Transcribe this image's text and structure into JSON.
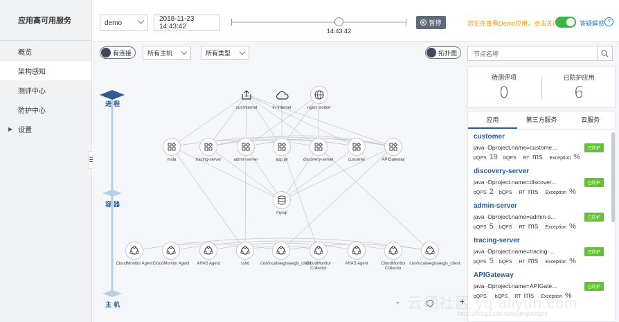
{
  "sidebar": {
    "brand": "应用高可用服务",
    "items": [
      {
        "label": "概览",
        "active": false
      },
      {
        "label": "架构感知",
        "active": true
      },
      {
        "label": "测评中心",
        "active": false
      },
      {
        "label": "防护中心",
        "active": false
      },
      {
        "label": "设置",
        "active": false,
        "expandable": true
      }
    ]
  },
  "topbar": {
    "app_select": "demo",
    "datetime": "2018-11-23 14:43:42",
    "slider_time": "14:43:42",
    "slider_value_pct": 61,
    "pause_label": "暂停",
    "demo_notice": "您正在查看Demo应用，点击关闭",
    "toggle_on": true,
    "answer_link": "答疑解惑",
    "help_icon": "?"
  },
  "canvas": {
    "connect_toggle": "有连接",
    "host_select": "所有主机",
    "type_select": "所有类型",
    "topo_toggle": "拓扑图",
    "layers": {
      "process": "进程",
      "container": "容器",
      "host": "主机"
    },
    "internet_nodes": [
      {
        "label": "out-Internet",
        "icon": "upload-icon"
      },
      {
        "label": "In-Internet",
        "icon": "cloud-icon"
      },
      {
        "label": "nginx worker",
        "icon": "globe-icon"
      }
    ],
    "service_nodes": [
      "mola",
      "tracing-server",
      "admin-server",
      "app.jar",
      "discovery-server",
      "customer",
      "APIGateway"
    ],
    "db_node": "mysql",
    "host_nodes": [
      "CloudMonitor Agent",
      "CloudMonitor Agent",
      "AHAS Agent",
      "sshd",
      "/usr/local/aegis/aegis_client",
      "CloudMonitor Collector",
      "AHAS Agent",
      "CloudMonitor Collector",
      "/usr/local/aegis/aegis_client"
    ],
    "zoom_minus": "-",
    "zoom_plus": "+"
  },
  "right": {
    "search_placeholder": "节点名称",
    "stats": [
      {
        "label": "待测评项",
        "value": "0"
      },
      {
        "label": "已防护应用",
        "value": "6"
      }
    ],
    "tabs": [
      "应用",
      "第三方服务",
      "云服务"
    ],
    "apps": [
      {
        "name": "customer",
        "cmd": "java -Dproject.name=custome...",
        "badge": "已防护",
        "pqps_label": "pQPS",
        "pqps": "19",
        "bqps_label": "bQPS",
        "rt_label": "RT",
        "rt_unit": "ms",
        "exc_label": "Exception",
        "exc_unit": "%"
      },
      {
        "name": "discovery-server",
        "cmd": "java -Dproject.name=discover...",
        "badge": "已防护",
        "pqps_label": "pQPS",
        "pqps": "2",
        "bqps_label": "bQPS",
        "rt_label": "RT",
        "rt_unit": "ms",
        "exc_label": "Exception",
        "exc_unit": "%"
      },
      {
        "name": "admin-server",
        "cmd": "java -Dproject.name=admin-s...",
        "badge": "已防护",
        "pqps_label": "pQPS",
        "pqps": "5",
        "bqps_label": "bQPS",
        "rt_label": "RT",
        "rt_unit": "ms",
        "exc_label": "Exception",
        "exc_unit": "%"
      },
      {
        "name": "tracing-server",
        "cmd": "java -Dproject.name=tracing-...",
        "badge": "已防护",
        "pqps_label": "pQPS",
        "pqps": "5",
        "bqps_label": "bQPS",
        "rt_label": "RT",
        "rt_unit": "ms",
        "exc_label": "Exception",
        "exc_unit": "%"
      },
      {
        "name": "APIGateway",
        "cmd": "java -Dproject.name=APIGate...",
        "badge": "已防护",
        "pqps_label": "pQPS",
        "pqps": "",
        "bqps_label": "bQPS",
        "rt_label": "RT",
        "rt_unit": "ms",
        "exc_label": "Exception",
        "exc_unit": "%"
      }
    ]
  },
  "watermark": "云栖社区 yq.aliyun.com",
  "watermark_small": "https://blog.csdn.net/yunqiinsight",
  "colors": {
    "accent": "#2c5c93",
    "badge": "#62c234",
    "notice": "#f39c12",
    "link": "#1f7fd6",
    "toggle": "#3bb54a"
  }
}
